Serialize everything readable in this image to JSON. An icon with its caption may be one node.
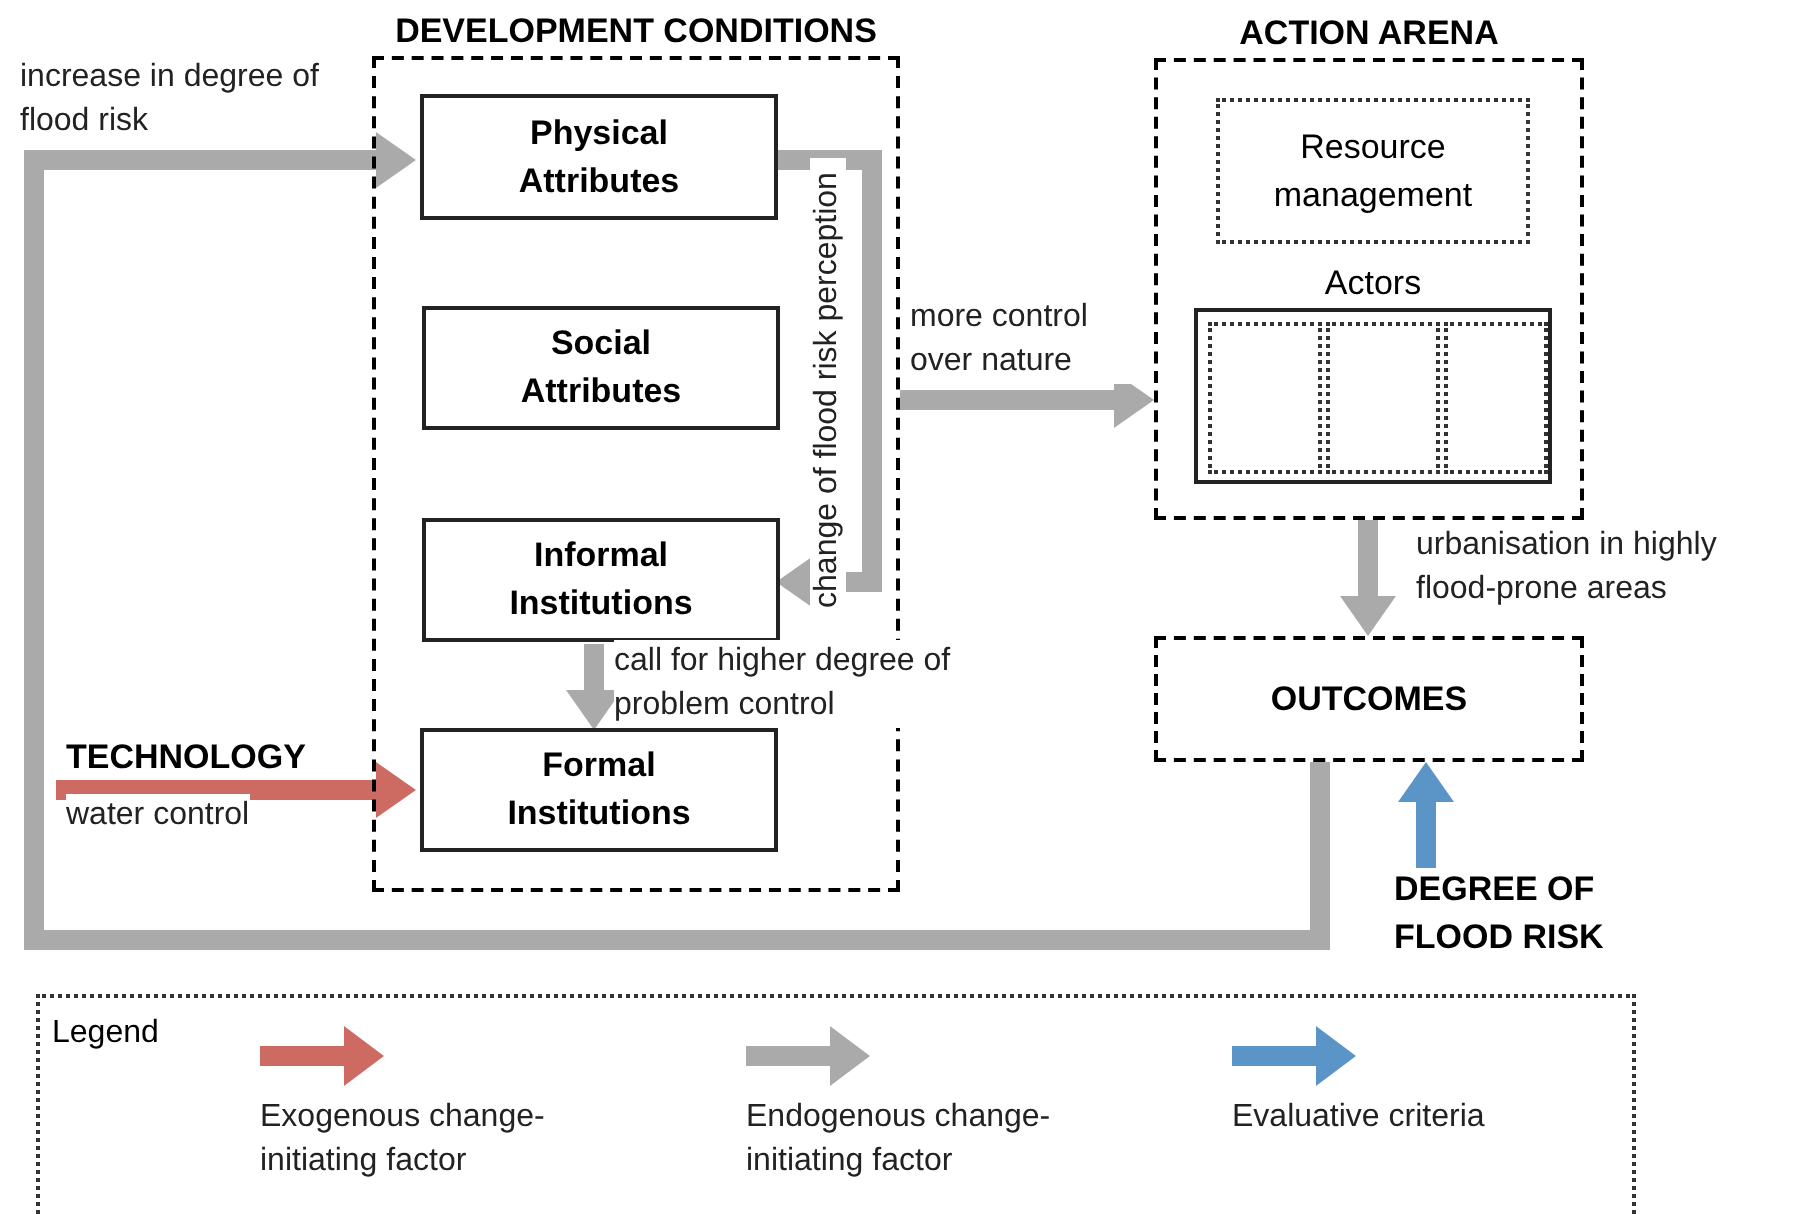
{
  "diagram": {
    "nodes": [
      {
        "text": [
          "DEVELOPMENT CONDITIONS"
        ]
      },
      {
        "text": [
          "Physical Attributes"
        ],
        "in": 0
      },
      {
        "text": [
          "Social Attributes"
        ],
        "in": 0
      },
      {
        "text": [
          "Informal Institutions"
        ],
        "in": 0
      },
      {
        "text": [
          "Formal Institutions"
        ],
        "in": 0
      },
      {
        "text": [
          "ACTION ARENA"
        ]
      },
      {
        "text": [
          "Resource management"
        ],
        "in": 5
      },
      {
        "text": [
          "Actors"
        ],
        "in": 5
      },
      {
        "text": [],
        "shape": "box",
        "in": 7
      },
      {
        "text": [],
        "shape": "box",
        "in": 7
      },
      {
        "text": [],
        "shape": "box",
        "in": 7
      },
      {
        "text": [
          "OUTCOMES"
        ]
      },
      {
        "text": [
          "TECHNOLOGY"
        ]
      },
      {
        "text": [
          "DEGREE OF FLOOD RISK"
        ]
      }
    ],
    "edges": [
      {
        "from": 11,
        "to": 1,
        "arrow": "to",
        "label": "increase in degree of flood risk"
      },
      {
        "from": 1,
        "to": 3,
        "arrow": "to",
        "label": "change of flood risk perception"
      },
      {
        "from": 3,
        "to": 4,
        "arrow": "to",
        "label": "call for higher degree of problem control"
      },
      {
        "from": 0,
        "to": 5,
        "arrow": "to",
        "label": "more control over nature"
      },
      {
        "from": 5,
        "to": 11,
        "arrow": "to",
        "label": "urbanisation in highly flood-prone areas"
      },
      {
        "from": 12,
        "to": 4,
        "arrow": "to",
        "label": "water control",
        "color": "#cd6b63"
      },
      {
        "from": 13,
        "to": 11,
        "arrow": "to",
        "color": "#5b95c8"
      }
    ],
    "labels": [
      "Legend"
    ],
    "legend": [
      {
        "text": "Exogenous change-initiating factor",
        "color": "#cd6b63"
      },
      {
        "text": "Endogenous change-initiating factor",
        "color": "#aaaaaa"
      },
      {
        "text": "Evaluative criteria",
        "color": "#5b95c8"
      }
    ]
  }
}
